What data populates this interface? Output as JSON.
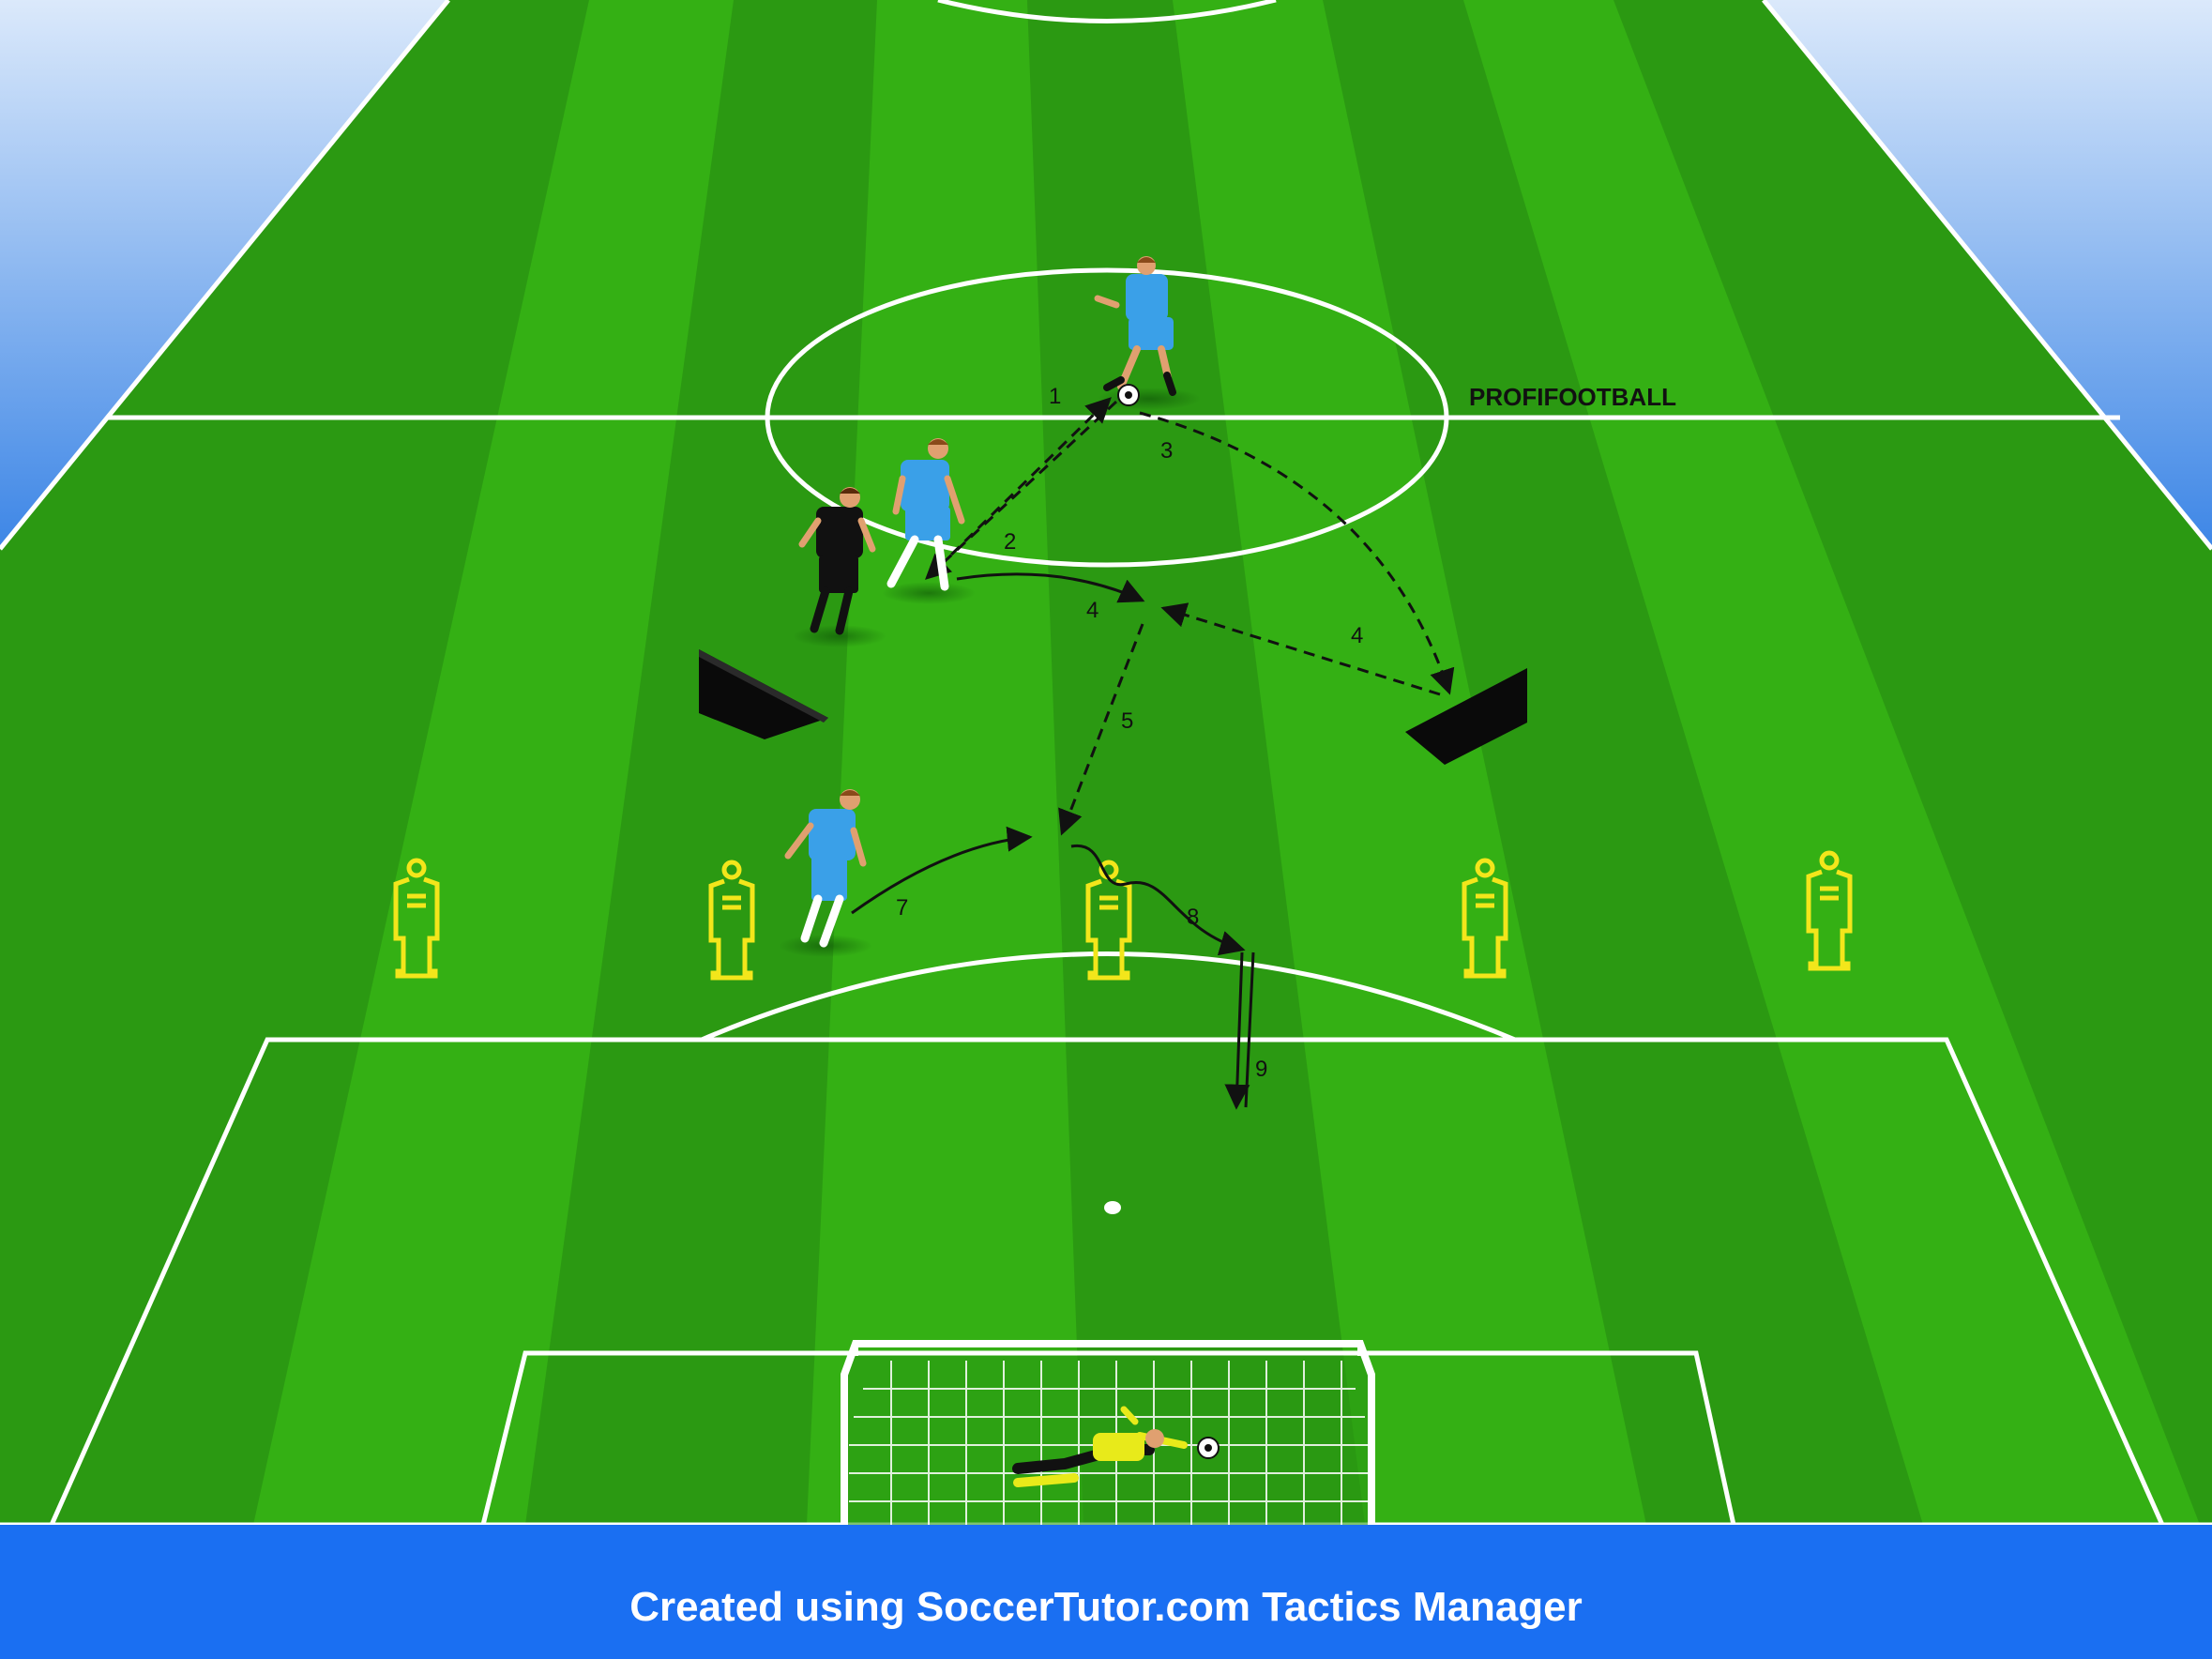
{
  "diagram": {
    "brand_label": "PROFIFOOTBALL",
    "footer_text": "Created using SoccerTutor.com Tactics Manager",
    "sequence_labels": {
      "pass_1": "1",
      "pass_2": "2",
      "pass_3": "3",
      "run_4a": "4",
      "pass_4b": "4",
      "pass_5": "5",
      "run_7": "7",
      "dribble_8": "8",
      "shot_9": "9"
    },
    "colors": {
      "pitch_light": "#3fbd19",
      "pitch_dark": "#2a9a12",
      "sky": "#4f93ea",
      "footer_band": "#1a6ff2",
      "team_blue": "#3aa0e8",
      "opponent_black": "#111111",
      "mannequin_yellow": "#f3e61b",
      "goalkeeper_yellow": "#e8ea1a"
    },
    "icons": [
      "player-icon",
      "ball-icon",
      "mannequin-icon",
      "rebounder-icon",
      "goal-icon",
      "goalkeeper-icon"
    ]
  }
}
